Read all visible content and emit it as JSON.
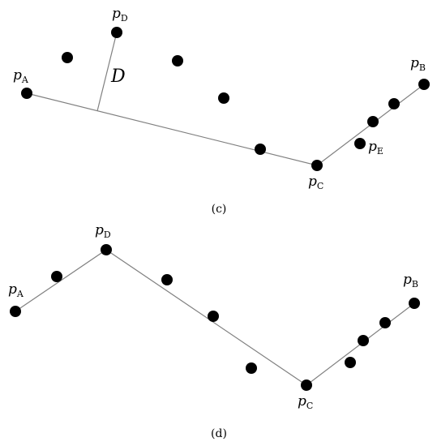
{
  "panel_c": {
    "caption_text": "(c)",
    "labels": {
      "pA": {
        "main": "p",
        "sub": "A"
      },
      "pB": {
        "main": "p",
        "sub": "B"
      },
      "pC": {
        "main": "p",
        "sub": "C"
      },
      "pD": {
        "main": "p",
        "sub": "D"
      },
      "pE": {
        "main": "p",
        "sub": "E"
      },
      "D": "D"
    }
  },
  "panel_d": {
    "caption_text": "(d)",
    "labels": {
      "pA": {
        "main": "p",
        "sub": "A"
      },
      "pB": {
        "main": "p",
        "sub": "B"
      },
      "pC": {
        "main": "p",
        "sub": "C"
      },
      "pD": {
        "main": "p",
        "sub": "D"
      }
    }
  },
  "colors": {
    "point": "#000000",
    "line": "#808080"
  }
}
